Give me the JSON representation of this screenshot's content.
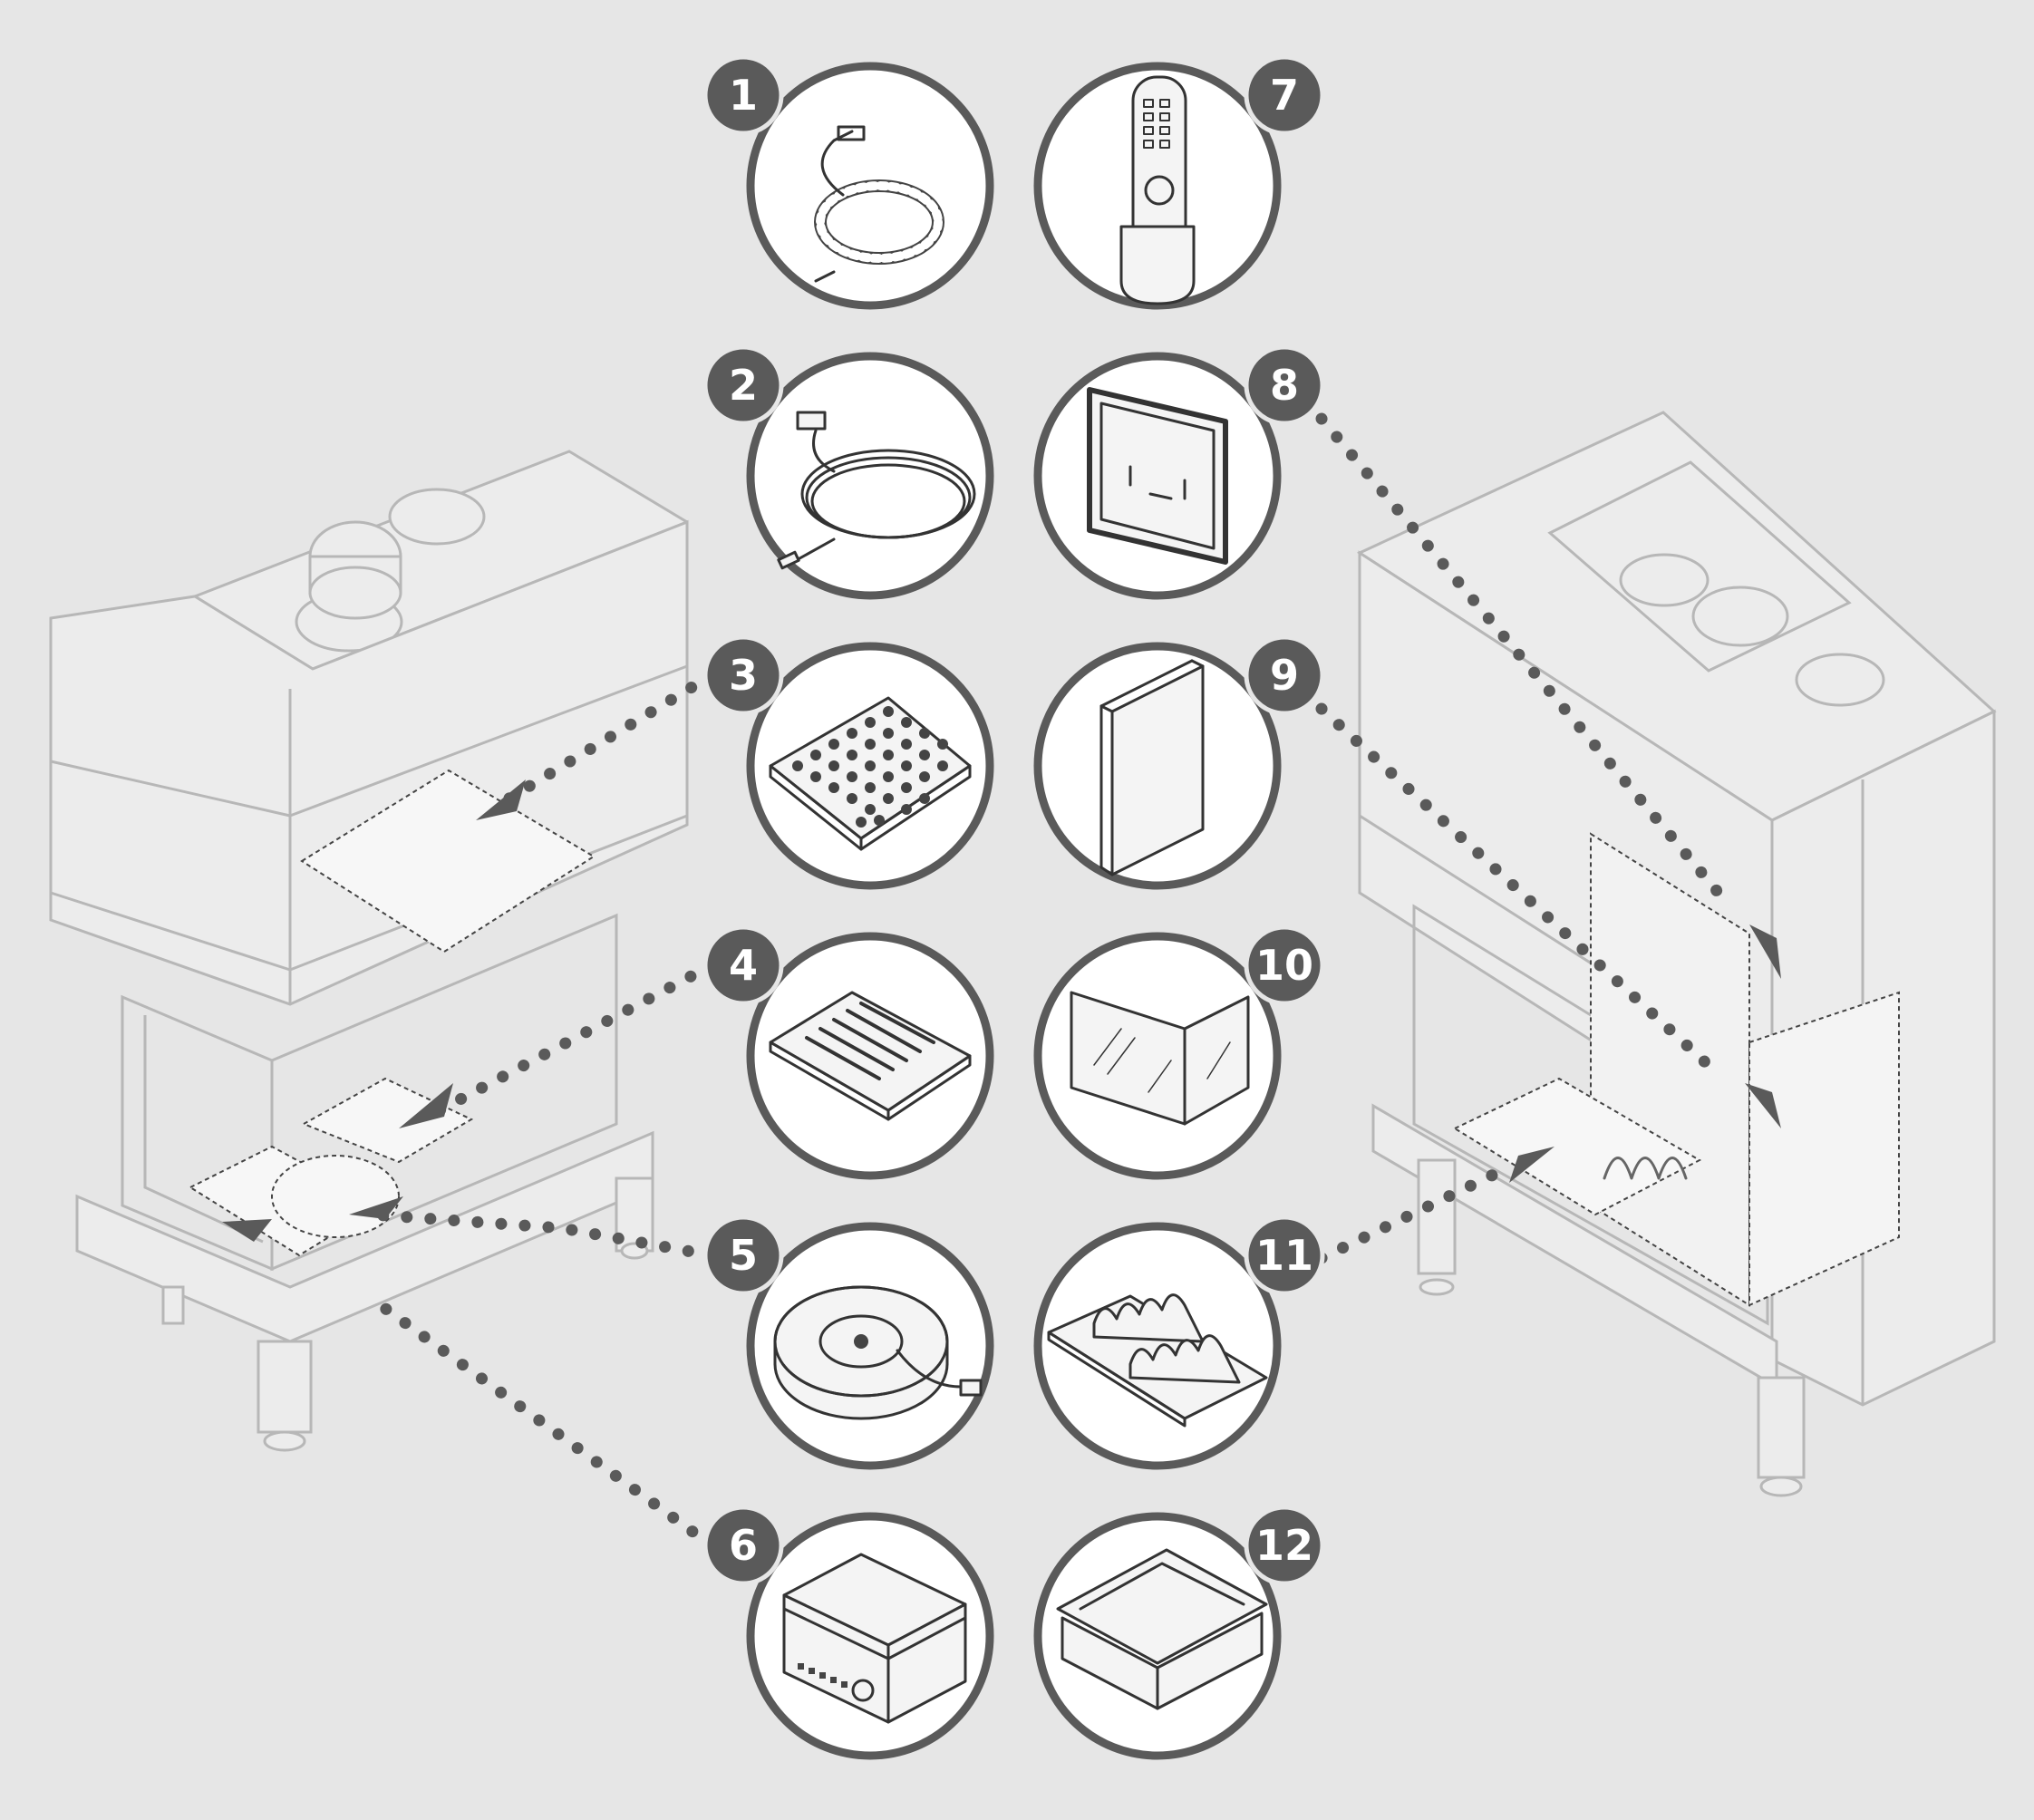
{
  "parts": [
    {
      "number": "1",
      "icon": "heating-cable-coil-icon"
    },
    {
      "number": "2",
      "icon": "temperature-sensor-cable-icon"
    },
    {
      "number": "3",
      "icon": "perforated-baffle-plate-icon"
    },
    {
      "number": "4",
      "icon": "slotted-grate-plate-icon"
    },
    {
      "number": "5",
      "icon": "radial-fan-icon"
    },
    {
      "number": "6",
      "icon": "control-box-icon"
    },
    {
      "number": "7",
      "icon": "remote-control-holder-icon"
    },
    {
      "number": "8",
      "icon": "front-panel-frame-icon"
    },
    {
      "number": "9",
      "icon": "glass-panel-icon"
    },
    {
      "number": "10",
      "icon": "corner-glass-icon"
    },
    {
      "number": "11",
      "icon": "log-holder-plate-icon"
    },
    {
      "number": "12",
      "icon": "ash-tray-icon"
    }
  ],
  "colors": {
    "background": "#e6e6e6",
    "ring": "#5a5a5a",
    "badge_text": "#ffffff",
    "ghost_line": "#b7b7b7"
  }
}
